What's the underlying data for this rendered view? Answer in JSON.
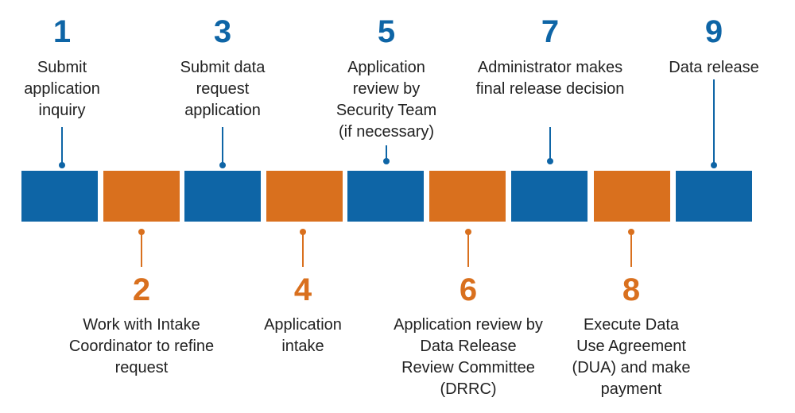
{
  "colors": {
    "blue": "#0E65A6",
    "orange": "#D9701E",
    "text": "#222222"
  },
  "steps": [
    {
      "number": "1",
      "label": "Submit application inquiry",
      "color": "blue",
      "side": "top"
    },
    {
      "number": "2",
      "label": "Work with Intake Coordinator to refine request",
      "color": "orange",
      "side": "bottom"
    },
    {
      "number": "3",
      "label": "Submit data request application",
      "color": "blue",
      "side": "top"
    },
    {
      "number": "4",
      "label": "Application intake",
      "color": "orange",
      "side": "bottom"
    },
    {
      "number": "5",
      "label": "Application review by Security Team (if necessary)",
      "color": "blue",
      "side": "top"
    },
    {
      "number": "6",
      "label": "Application review by Data Release Review Committee (DRRC)",
      "color": "orange",
      "side": "bottom"
    },
    {
      "number": "7",
      "label": "Administrator makes final release decision",
      "color": "blue",
      "side": "top"
    },
    {
      "number": "8",
      "label": "Execute Data Use Agreement (DUA) and make payment",
      "color": "orange",
      "side": "bottom"
    },
    {
      "number": "9",
      "label": "Data release",
      "color": "blue",
      "side": "top"
    }
  ]
}
